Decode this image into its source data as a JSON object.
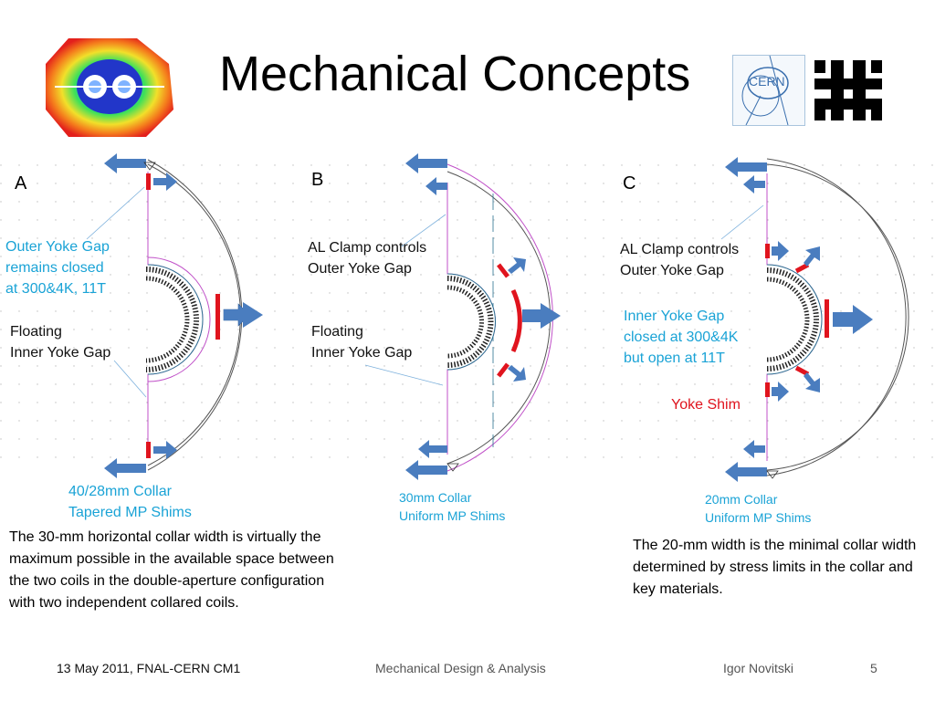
{
  "title": "Mechanical Concepts",
  "logos": {
    "cern": "CERN"
  },
  "concepts": [
    {
      "letter": "A",
      "notes": [
        {
          "text": "Outer Yoke Gap\nremains closed\nat 300&4K, 11T",
          "color": "cyan"
        },
        {
          "text": "Floating\nInner Yoke Gap",
          "color": "black"
        }
      ],
      "collar": "40/28mm Collar\nTapered MP Shims",
      "description": "The 30-mm horizontal collar width is virtually the maximum possible in the available space between the two coils in the double-aperture configuration with two independent collared coils."
    },
    {
      "letter": "B",
      "notes": [
        {
          "text": "AL Clamp controls\nOuter Yoke Gap",
          "color": "black"
        },
        {
          "text": "Floating\nInner Yoke Gap",
          "color": "black"
        }
      ],
      "collar": "30mm Collar\nUniform MP Shims"
    },
    {
      "letter": "C",
      "notes": [
        {
          "text": "AL Clamp controls\nOuter Yoke Gap",
          "color": "black"
        },
        {
          "text": "Inner Yoke Gap\nclosed at 300&4K\nbut open at 11T",
          "color": "cyan"
        },
        {
          "text": "Yoke Shim",
          "color": "red"
        }
      ],
      "collar": "20mm Collar\nUniform MP Shims",
      "description": "The 20-mm width is the minimal collar width determined by stress limits in the collar and key materials."
    }
  ],
  "footer": {
    "date": "13 May 2011, FNAL-CERN CM1",
    "topic": "Mechanical Design & Analysis",
    "author": "Igor Novitski",
    "page": "5"
  },
  "colors": {
    "arrow": "#4a7dbf",
    "shim": "#e0141e",
    "callout": "#1aa3d6",
    "yoke_line": "#c050c8"
  }
}
